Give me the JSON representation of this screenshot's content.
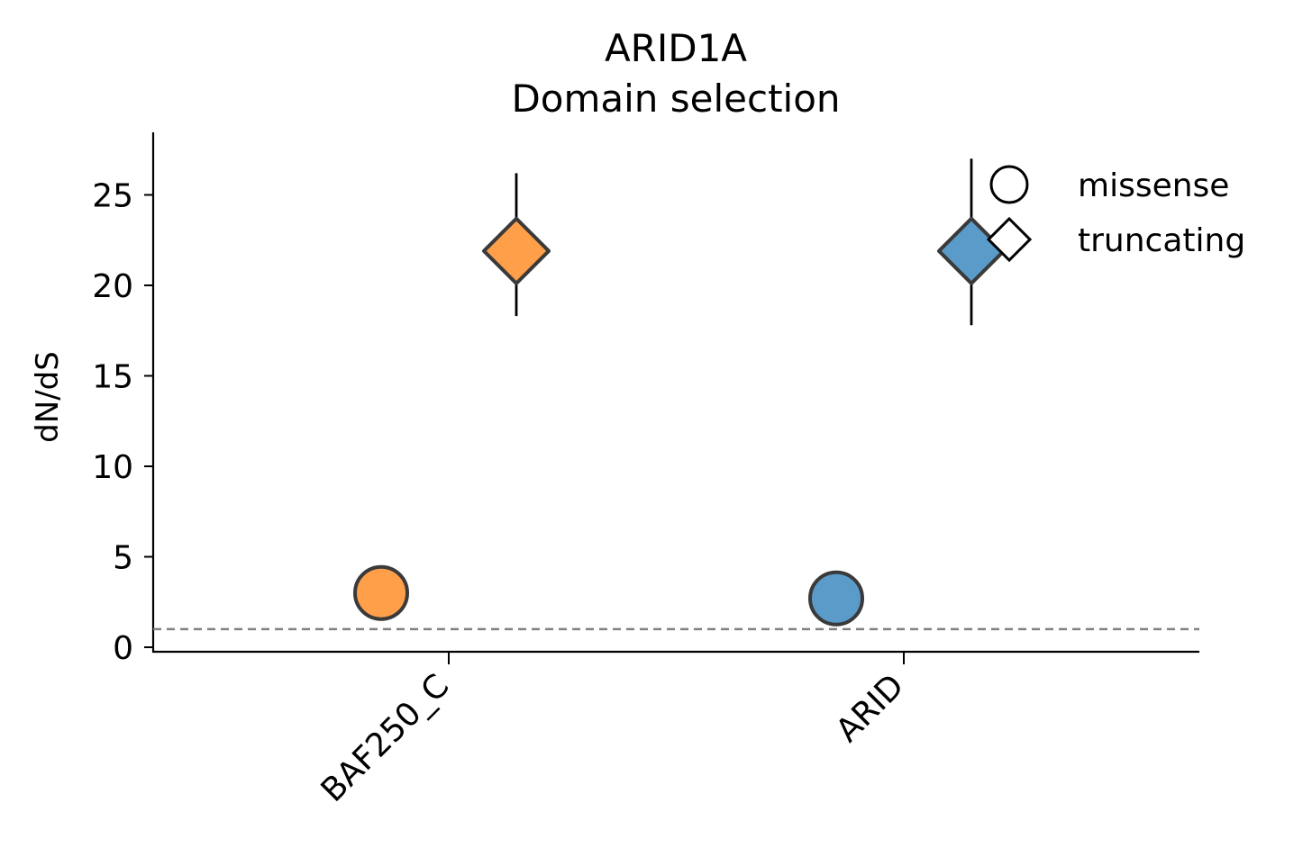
{
  "chart_data": {
    "type": "scatter",
    "title": "ARID1A",
    "subtitle": "Domain selection",
    "xlabel": "",
    "ylabel": "dN/dS",
    "categories": [
      "BAF250_C",
      "ARID"
    ],
    "ylim": [
      0,
      28
    ],
    "yticks": [
      0,
      5,
      10,
      15,
      20,
      25
    ],
    "reference_line": {
      "y": 1,
      "style": "dashed",
      "color": "#808080"
    },
    "grid": false,
    "legend_position": "top-right",
    "series": [
      {
        "name": "missense",
        "marker": "circle",
        "values": [
          3.0,
          2.7
        ],
        "error_low": [
          null,
          null
        ],
        "error_high": [
          null,
          null
        ]
      },
      {
        "name": "truncating",
        "marker": "diamond",
        "values": [
          21.9,
          21.9
        ],
        "error_low": [
          18.3,
          17.8
        ],
        "error_high": [
          26.2,
          27.0
        ]
      }
    ],
    "category_colors": [
      "#ff9f4a",
      "#5b9bc9"
    ],
    "marker_edge_color": "#3a3a3a"
  }
}
